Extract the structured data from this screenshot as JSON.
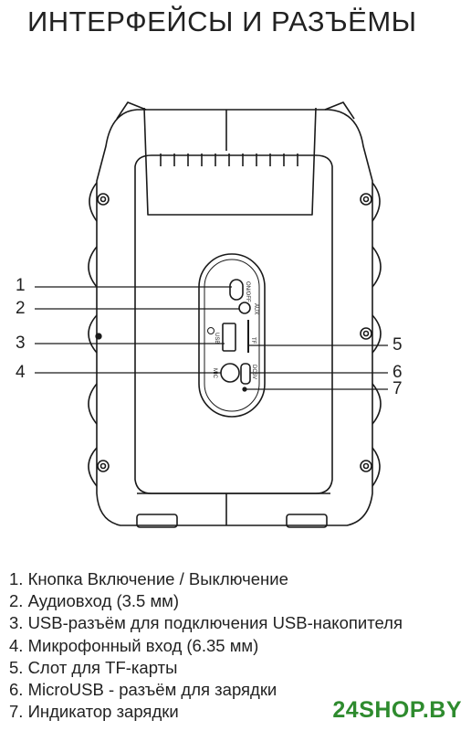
{
  "title": "ИНТЕРФЕЙСЫ И РАЗЪЁМЫ",
  "callouts": [
    "1",
    "2",
    "3",
    "4",
    "5",
    "6",
    "7"
  ],
  "panel_labels": {
    "on_off": "ON/OFF",
    "aux": "AUX",
    "usb": "USB",
    "tf": "TF",
    "mic": "MIC",
    "dc5v": "DC5V"
  },
  "legend": [
    "1. Кнопка Включение / Выключение",
    "2. Аудиовход (3.5 мм)",
    "3. USB-разъём для подключения USB-накопителя",
    "4. Микрофонный вход (6.35 мм)",
    "5. Слот для TF-карты",
    "6. MicroUSB - разъём для зарядки",
    "7. Индикатор зарядки"
  ],
  "brand": "24SHOP.BY",
  "colors": {
    "brand": "#2e8b2e",
    "line": "#1a1a1a"
  }
}
